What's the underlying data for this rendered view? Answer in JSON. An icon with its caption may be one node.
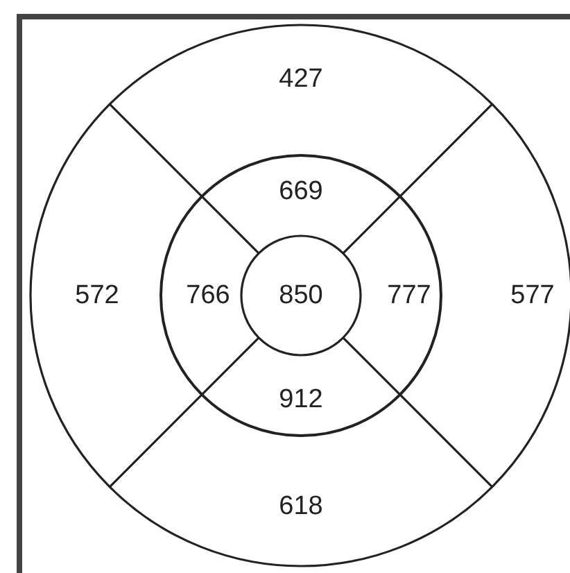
{
  "diagram": {
    "labels": [
      "427",
      "669",
      "572",
      "766",
      "850",
      "777",
      "577",
      "912",
      "618"
    ]
  }
}
